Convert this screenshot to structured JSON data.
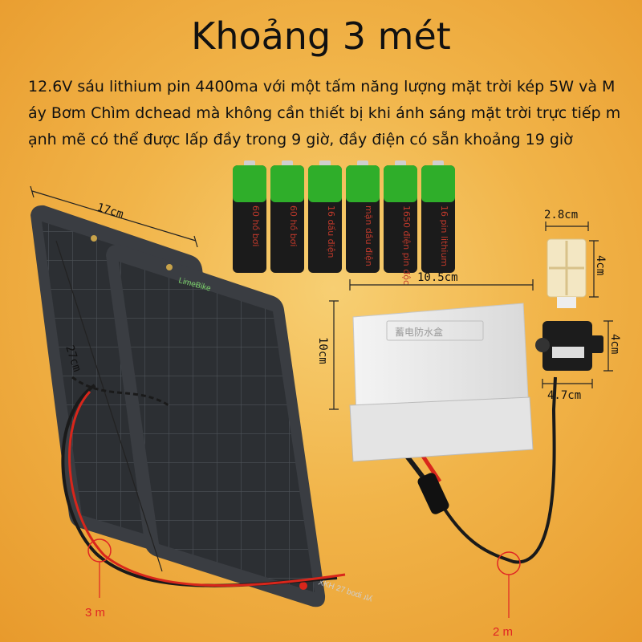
{
  "title": "Khoảng 3 mét",
  "description_lines": [
    "12.6V sáu lithium pin 4400ma với một tấm năng lượng mặt trời kép 5W và M",
    "áy Bơm Chìm dchead mà không cần thiết bị khi ánh sáng mặt trời trực tiếp m",
    "ạnh mẽ có thể được lấp đầy trong 9 giờ, đầy điện có sẵn khoảng 19 giờ"
  ],
  "panel": {
    "brand": "LimeBike",
    "width": "17cm",
    "height": "27cm",
    "back_label": "XKH 27 bodi ɹʇʎ"
  },
  "batteries": [
    {
      "label": "60 hồ bơi"
    },
    {
      "label": "60 hồ bơi"
    },
    {
      "label": "16 dấu điện"
    },
    {
      "label": "mặn dầu điện"
    },
    {
      "label": "1650 điện pin độc"
    },
    {
      "label": "16 pin lithium"
    }
  ],
  "box": {
    "label": "蓄电防水盒",
    "width": "10.5cm",
    "height": "10cm"
  },
  "filter": {
    "width": "2.8cm",
    "height": "4cm"
  },
  "pump": {
    "width": "4.7cm",
    "height": "4cm"
  },
  "cables": {
    "left_length": "3 m",
    "right_length": "2 m"
  },
  "colors": {
    "background": "#f1b449",
    "battery_green": "#2fae2a",
    "battery_dark": "#1b1b1b",
    "cable_red": "#d8261b",
    "circle": "#e02424"
  }
}
